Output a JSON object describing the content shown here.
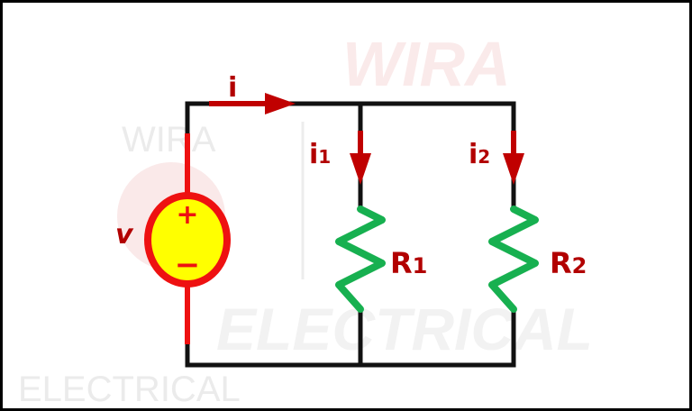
{
  "watermark": {
    "line1": "WIRA",
    "line2": "ELECTRICAL"
  },
  "labels": {
    "source_voltage": "v",
    "total_current": "i",
    "branch1_current": "i",
    "branch1_sub": "1",
    "branch2_current": "i",
    "branch2_sub": "2",
    "resistor1": "R",
    "resistor1_sub": "1",
    "resistor2": "R",
    "resistor2_sub": "2",
    "plus": "+",
    "minus": "−"
  },
  "colors": {
    "wire": "#111111",
    "source_wire": "#ee1111",
    "source_fill": "#ffff00",
    "arrow": "#c00000",
    "resistor": "#17b050",
    "label": "#b20000"
  }
}
